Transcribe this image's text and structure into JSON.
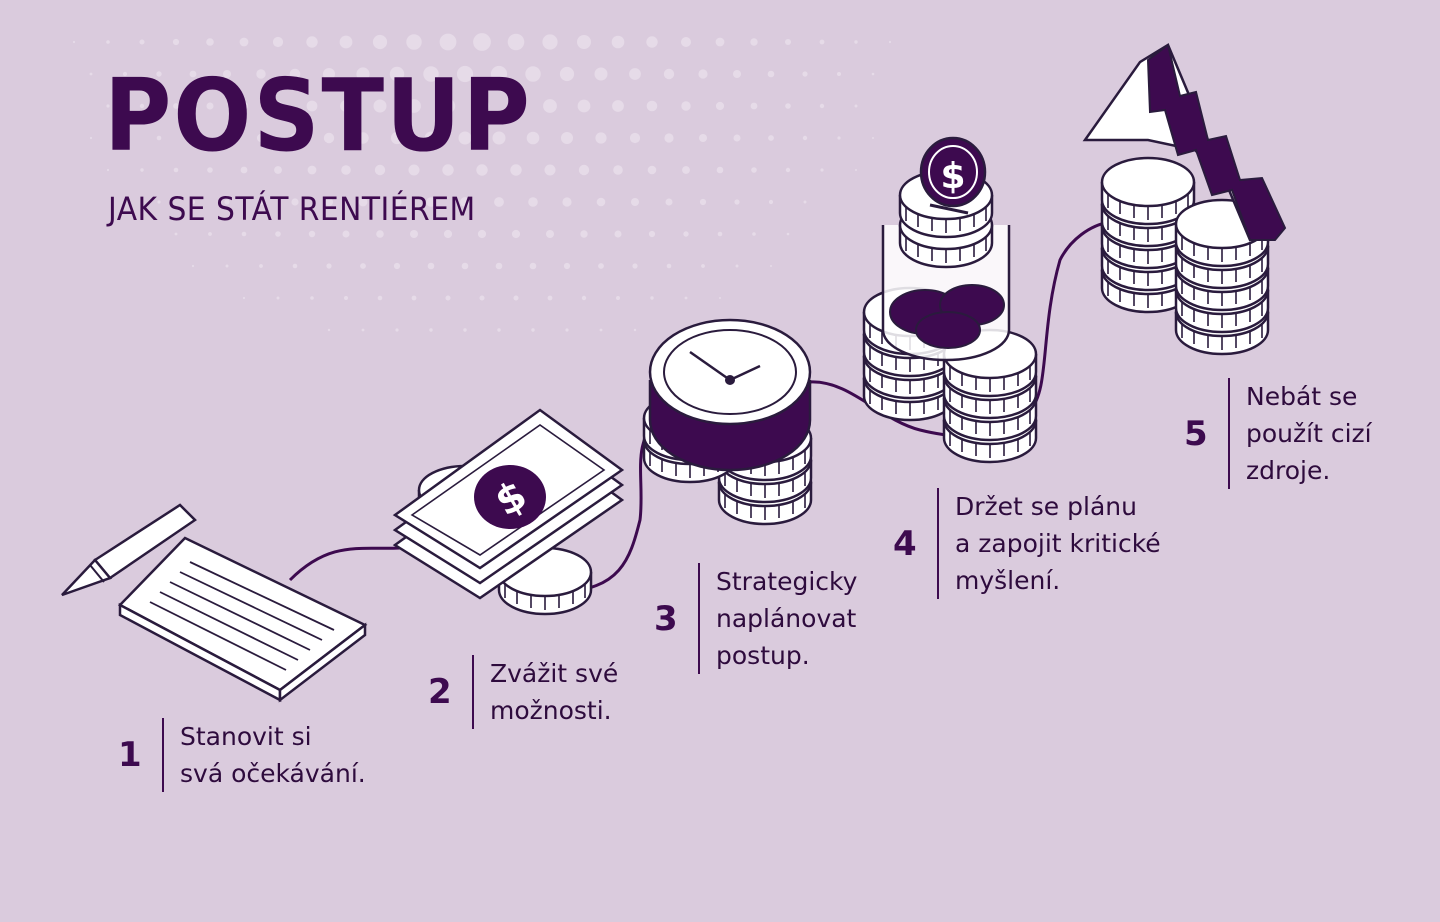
{
  "header": {
    "title": "POSTUP",
    "subtitle": "JAK SE STÁT RENTIÉREM"
  },
  "steps": [
    {
      "number": "1",
      "text": "Stanovit si\nsvá očekávání."
    },
    {
      "number": "2",
      "text": "Zvážit své\nmožnosti."
    },
    {
      "number": "3",
      "text": "Strategicky\nnaplánovat\npostup."
    },
    {
      "number": "4",
      "text": "Držet se plánu\na zapojit kritické\nmyšlení."
    },
    {
      "number": "5",
      "text": "Nebát se\npoužít cizí\nzdroje."
    }
  ],
  "colors": {
    "background": "#dacbdd",
    "primary": "#3d0a4f",
    "outline": "#2a1b3d",
    "fill": "#ffffff"
  },
  "icons": [
    "notepad-pencil-icon",
    "banknotes-icon",
    "clock-coins-icon",
    "coin-jar-icon",
    "mountain-coins-icon"
  ]
}
